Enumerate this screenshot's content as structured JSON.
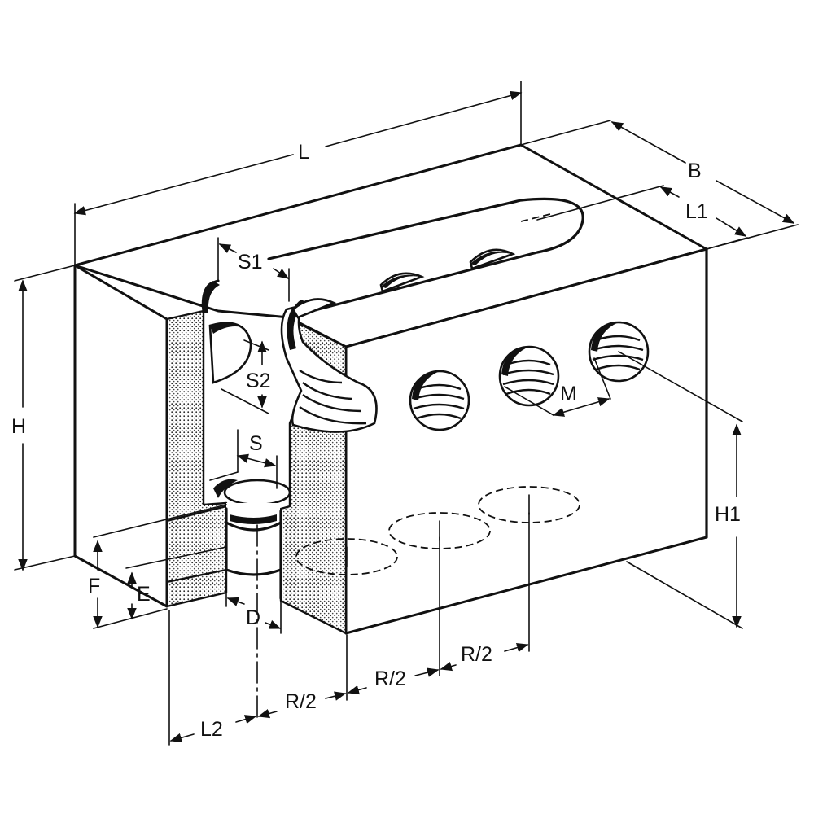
{
  "diagram": {
    "labels": {
      "L": "L",
      "B": "B",
      "L1": "L1",
      "S1": "S1",
      "S2": "S2",
      "H": "H",
      "M": "M",
      "S": "S",
      "H1": "H1",
      "F": "F",
      "E": "E",
      "D": "D",
      "L2": "L2",
      "R2a": "R/2",
      "R2b": "R/2",
      "R2c": "R/2"
    }
  }
}
